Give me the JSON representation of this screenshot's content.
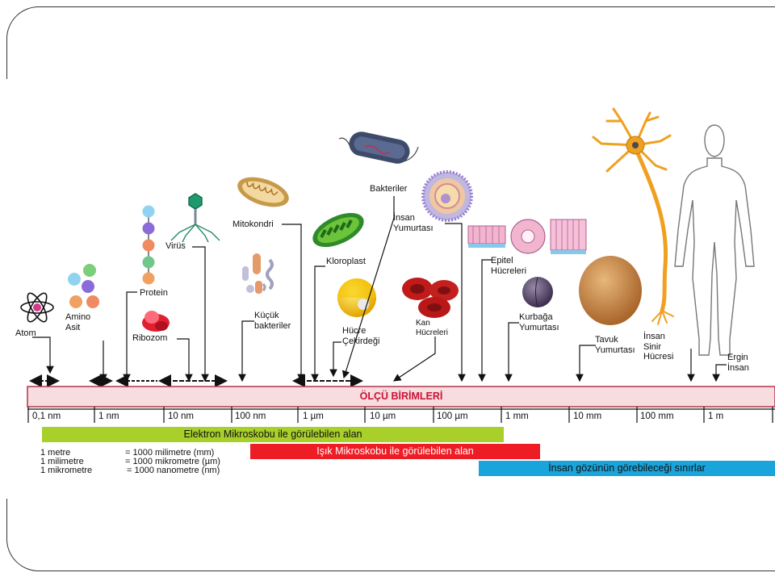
{
  "title": "ÖLÇÜ BİRİMLERİ",
  "colors": {
    "scale_bar": "#f7dde0",
    "scale_border": "#b0374a",
    "title_red": "#cc1133",
    "electron_bar": "#a8cf2a",
    "light_bar": "#ee1c25",
    "eye_bar": "#1aa4dc"
  },
  "scale_units": [
    "0,1 nm",
    "1 nm",
    "10 nm",
    "100 nm",
    "1 µm",
    "10 µm",
    "100 µm",
    "1 mm",
    "10 mm",
    "100 mm",
    "1 m"
  ],
  "objects": [
    {
      "label": "Atom",
      "icon": "atom-icon"
    },
    {
      "label": "Amino\nAsit",
      "icon": "amino-acid-icon"
    },
    {
      "label": "Protein",
      "icon": "protein-icon"
    },
    {
      "label": "Ribozom",
      "icon": "ribosome-icon"
    },
    {
      "label": "Virüs",
      "icon": "virus-icon"
    },
    {
      "label": "Mitokondri",
      "icon": "mitochondria-icon"
    },
    {
      "label": "Küçük\nbakteriler",
      "icon": "small-bacteria-icon"
    },
    {
      "label": "Kloroplast",
      "icon": "chloroplast-icon"
    },
    {
      "label": "Hücre\nÇekirdeği",
      "icon": "nucleus-icon"
    },
    {
      "label": "Bakteriler",
      "icon": "bacteria-icon"
    },
    {
      "label": "İnsan\nYumurtası",
      "icon": "human-egg-icon"
    },
    {
      "label": "Kan\nHücreleri",
      "icon": "blood-cells-icon"
    },
    {
      "label": "Epitel\nHücreleri",
      "icon": "epithelial-cells-icon"
    },
    {
      "label": "Kurbağa\nYumurtası",
      "icon": "frog-egg-icon"
    },
    {
      "label": "Tavuk\nYumurtası",
      "icon": "chicken-egg-icon"
    },
    {
      "label": "İnsan\nSinir\nHücresi",
      "icon": "nerve-cell-icon"
    },
    {
      "label": "Ergin\nİnsan",
      "icon": "human-icon"
    }
  ],
  "bars": {
    "electron": "Elektron Mikroskobu ile görülebilen alan",
    "light": "Işık Mikroskobu ile görülebilen alan",
    "eye": "İnsan gözünün görebileceği sınırlar"
  },
  "conversions": [
    {
      "left": "1 metre",
      "right": "= 1000 milimetre (mm)"
    },
    {
      "left": "1 milimetre",
      "right": "= 1000 mikrometre (µm)"
    },
    {
      "left": "1 mikrometre",
      "right": "= 1000 nanometre (nm)"
    }
  ]
}
